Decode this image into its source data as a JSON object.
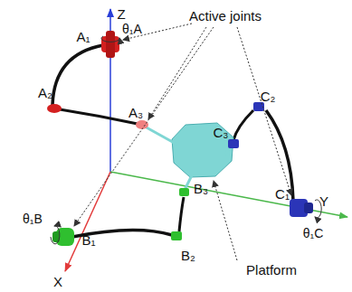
{
  "diagram": {
    "labels": [
      "Z",
      "Active joints",
      "θ₁A",
      "A₁",
      "A₂",
      "A₃",
      "C₂",
      "C₃",
      "C₁",
      "θ₁C",
      "Y",
      "Platform",
      "θ₁B",
      "B₁",
      "B₃",
      "B₂",
      "X"
    ]
  }
}
